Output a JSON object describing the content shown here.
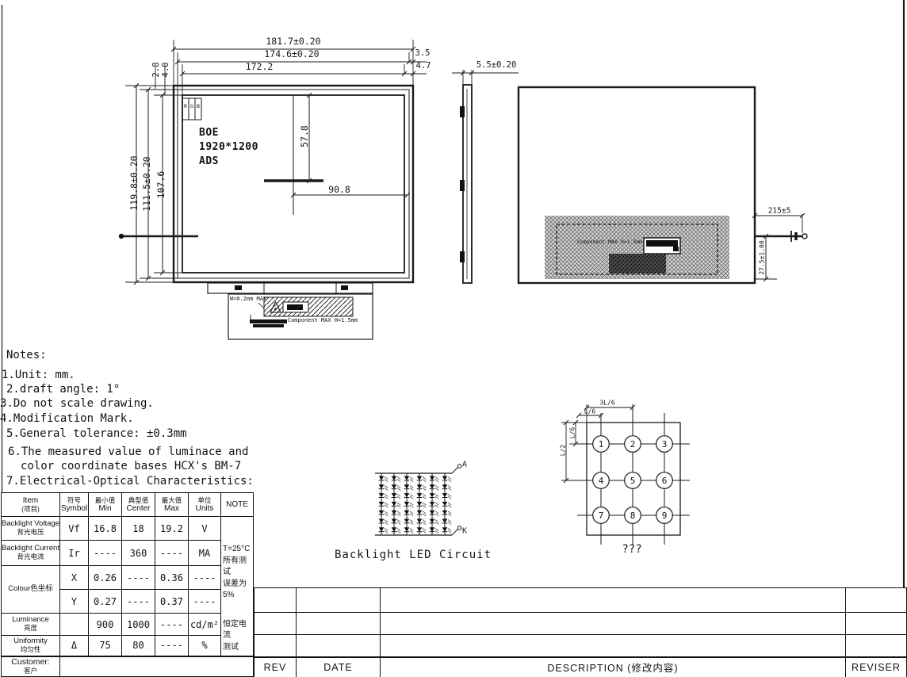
{
  "ink": "#1a1a1a",
  "front": {
    "dim_overall_w": "181.7±0.20",
    "dim_bezel_w": "174.6±0.20",
    "dim_active_w": "172.2",
    "dim_right_gap1": "3.5",
    "dim_right_gap2": "4.7",
    "dim_top_gap1": "2.8",
    "dim_top_gap2": "4.0",
    "dim_overall_h": "119.8±0.20",
    "dim_bezel_h": "111.5±0.20",
    "dim_active_h": "107.6",
    "dim_center_v": "57.8",
    "dim_center_h": "90.8",
    "maker": "BOE",
    "resolution": "1920*1200",
    "tech": "ADS",
    "rgb": [
      "R",
      "G",
      "B"
    ],
    "gap_note": "W=0.2mm MAX",
    "component_note": "Component MAX H=1.5mm"
  },
  "side": {
    "dim_thickness": "5.5±0.20"
  },
  "rear": {
    "dim_wire": "215±5",
    "dim_wire_offset": "27.5±1.00",
    "component_note": "Component MAX H=1.5mm"
  },
  "notes": {
    "title": "Notes:",
    "lines": [
      "1.Unit: mm.",
      "2.draft angle: 1°",
      "3.Do not scale drawing.",
      "4.Modification Mark.",
      "5.General tolerance: ±0.3mm",
      "6.The measured value of luminace and",
      "color coordinate bases HCX's BM-7",
      "7.Electrical-Optical Characteristics:"
    ]
  },
  "table": {
    "headers": {
      "item_en": "Item",
      "item_cn": "(项目)",
      "symbol_cn": "符号",
      "symbol_en": "Symbol",
      "min_cn": "最小值",
      "min_en": "Min",
      "center_cn": "典型值",
      "center_en": "Center",
      "max_cn": "最大值",
      "max_en": "Max",
      "units_cn": "单位",
      "units_en": "Units",
      "note": "NOTE"
    },
    "rows": {
      "voltage": {
        "en": "Backlight Voltage",
        "cn": "背光电压",
        "sym": "Vf",
        "min": "16.8",
        "center": "18",
        "max": "19.2",
        "units": "V"
      },
      "current": {
        "en": "Backlight Current",
        "cn": "背光电流",
        "sym": "Ir",
        "min": "----",
        "center": "360",
        "max": "----",
        "units": "MA"
      },
      "colour": {
        "label": "Colour色坐标",
        "x": {
          "sym": "X",
          "min": "0.26",
          "center": "----",
          "max": "0.36",
          "units": "----"
        },
        "y": {
          "sym": "Y",
          "min": "0.27",
          "center": "----",
          "max": "0.37",
          "units": "----"
        }
      },
      "luminance": {
        "en": "Luminance",
        "cn": "亮度",
        "sym": "",
        "min": "900",
        "center": "1000",
        "max": "----",
        "units": "cd/m²"
      },
      "uniformity": {
        "en": "Uniformity",
        "cn": "均匀性",
        "sym": "Δ",
        "min": "75",
        "center": "80",
        "max": "----",
        "units": "%"
      }
    },
    "note_block1": [
      "T=25°C",
      "所有测试",
      "误差为5%"
    ],
    "note_block2": [
      "恒定电流",
      "测试"
    ]
  },
  "customer": {
    "en": "Customer:",
    "cn": "客户"
  },
  "revision": {
    "rev": "REV",
    "date": "DATE",
    "description": "DESCRIPTION (修改内容)",
    "reviser": "REVISER"
  },
  "led_circuit": {
    "label": "Backlight LED Circuit",
    "anode": "A",
    "cathode": "K",
    "strings": 6,
    "leds_per_string": 7
  },
  "grid9": {
    "numbers": [
      1,
      2,
      3,
      4,
      5,
      6,
      7,
      8,
      9
    ],
    "dim_top_half": "3L/6",
    "dim_top_sixth": "L/6",
    "dim_left_sixth": "L/6",
    "dim_left_half": "L/2",
    "bottom_label": "???"
  }
}
